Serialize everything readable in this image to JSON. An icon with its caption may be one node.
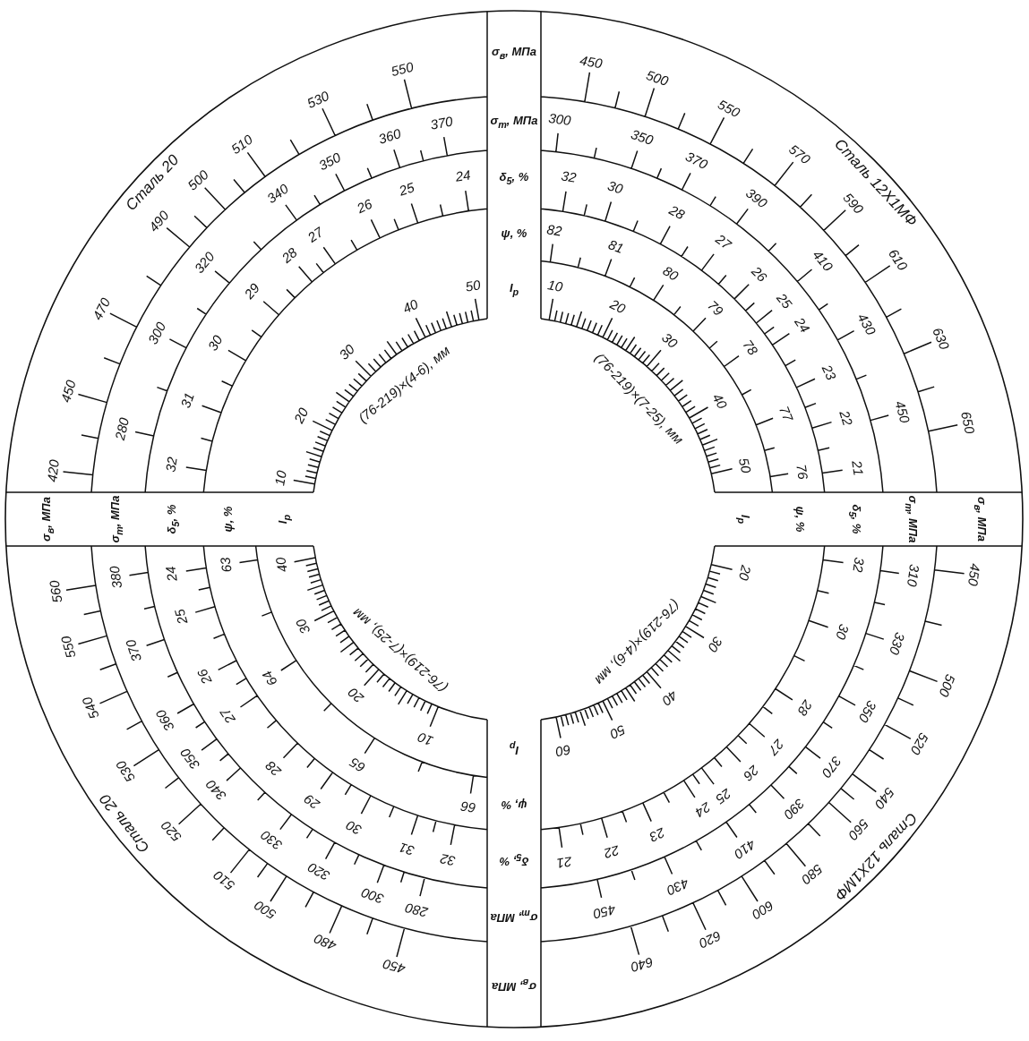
{
  "diagram": {
    "labels": [
      "Сталь 20",
      "420",
      "450",
      "470",
      "490",
      "500",
      "510",
      "530",
      "550",
      "280",
      "300",
      "320",
      "340",
      "350",
      "360",
      "370",
      "32",
      "31",
      "30",
      "29",
      "28",
      "27",
      "26",
      "25",
      "24",
      "10",
      "20",
      "30",
      "40",
      "50",
      "(76-219)×(4-6), мм",
      "σ$_{в}$, МПа",
      "σ$_{т}$, МПа",
      "δ$_{5}$, %",
      "ψ, %",
      "I$_{р}$",
      "Сталь 12Х1МФ",
      "450",
      "500",
      "550",
      "570",
      "590",
      "610",
      "630",
      "650",
      "300",
      "350",
      "370",
      "390",
      "410",
      "430",
      "450",
      "32",
      "30",
      "28",
      "27",
      "26",
      "25",
      "24",
      "23",
      "22",
      "21",
      "82",
      "81",
      "80",
      "79",
      "78",
      "77",
      "76",
      "10",
      "20",
      "30",
      "40",
      "50",
      "(76-219)×(7-25), мм",
      "σ$_{в}$, МПа",
      "σ$_{т}$, МПа",
      "δ$_{5}$, %",
      "ψ, %",
      "I$_{р}$",
      "σ$_{в}$, МПа",
      "σ$_{т}$, МПа",
      "δ$_{5}$, %",
      "ψ, %",
      "I$_{р}$",
      "Сталь 20",
      "560",
      "550",
      "540",
      "530",
      "520",
      "510",
      "500",
      "480",
      "450",
      "380",
      "370",
      "360",
      "350",
      "340",
      "330",
      "320",
      "300",
      "280",
      "24",
      "25",
      "26",
      "27",
      "28",
      "29",
      "30",
      "31",
      "32",
      "63",
      "64",
      "65",
      "66",
      "40",
      "30",
      "20",
      "10",
      "(76-219)×(7-25), мм",
      "σ$_{в}$, МПа",
      "σ$_{т}$, МПа",
      "δ$_{5}$, %",
      "ψ, %",
      "I$_{р}$",
      "Сталь 12Х1МФ",
      "450",
      "500",
      "520",
      "540",
      "560",
      "580",
      "600",
      "620",
      "640",
      "310",
      "330",
      "350",
      "370",
      "390",
      "410",
      "430",
      "450",
      "32",
      "30",
      "28",
      "27",
      "26",
      "25",
      "24",
      "23",
      "22",
      "21",
      "20",
      "30",
      "40",
      "50",
      "60",
      "(76-219)×(4-6), мм"
    ]
  }
}
